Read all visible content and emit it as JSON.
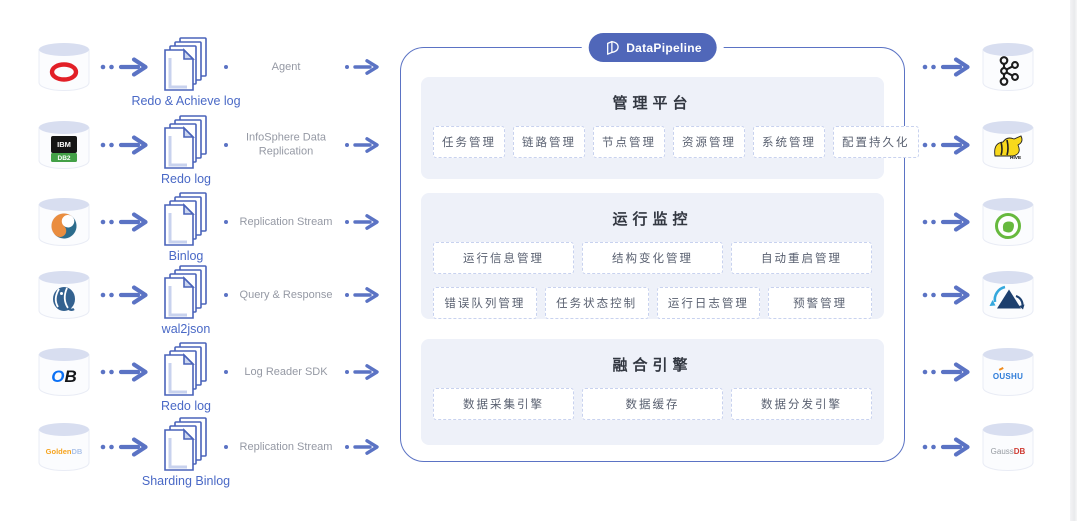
{
  "brand": {
    "name": "DataPipeline"
  },
  "colors": {
    "accent_blue": "#5b73c4",
    "badge_blue": "#5067b9",
    "section_bg": "#eef1f9",
    "chip_border": "#c8d2ef",
    "log_label_blue": "#4a69c6",
    "channel_gray": "#9599a4",
    "oracle_red": "#e21f27",
    "db2_green": "#43a047",
    "hive_yellow": "#f8d81c",
    "gaussdb_red": "#cf3c33",
    "oushu_blue": "#2e7cd9"
  },
  "sources": [
    {
      "icon": "oracle-db-icon",
      "logo_text": "",
      "log": "Redo & Achieve log",
      "channel": "Agent"
    },
    {
      "icon": "ibm-db2-icon",
      "logo_text": "IBM DB2",
      "log": "Redo log",
      "channel": "InfoSphere Data Replication"
    },
    {
      "icon": "mysql-db-icon",
      "logo_text": "",
      "log": "Binlog",
      "channel": "Replication Stream"
    },
    {
      "icon": "postgresql-db-icon",
      "logo_text": "",
      "log": "wal2json",
      "channel": "Query & Response"
    },
    {
      "icon": "oceanbase-db-icon",
      "logo_text": "OB",
      "log": "Redo log",
      "channel": "Log Reader SDK"
    },
    {
      "icon": "goldendb-icon",
      "logo_text": "GoldenDB",
      "log": "Sharding Binlog",
      "channel": "Replication Stream"
    }
  ],
  "targets": [
    {
      "icon": "kafka-icon",
      "logo_text": ""
    },
    {
      "icon": "hive-icon",
      "logo_text": "HIVE"
    },
    {
      "icon": "green-circle-db-icon",
      "logo_text": ""
    },
    {
      "icon": "blue-mountain-db-icon",
      "logo_text": ""
    },
    {
      "icon": "oushu-db-icon",
      "logo_text": "OUSHU"
    },
    {
      "icon": "gaussdb-icon",
      "logo_text": "GaussDB"
    }
  ],
  "platform": {
    "sections": [
      {
        "name": "section-management-platform",
        "title": "管理平台",
        "rows": [
          [
            "任务管理",
            "链路管理",
            "节点管理",
            "资源管理",
            "系统管理",
            "配置持久化"
          ]
        ],
        "grow": [
          false
        ]
      },
      {
        "name": "section-operation-monitoring",
        "title": "运行监控",
        "rows": [
          [
            "运行信息管理",
            "结构变化管理",
            "自动重启管理"
          ],
          [
            "错误队列管理",
            "任务状态控制",
            "运行日志管理",
            "预警管理"
          ]
        ],
        "grow": [
          true,
          true
        ]
      },
      {
        "name": "section-fusion-engine",
        "title": "融合引擎",
        "rows": [
          [
            "数据采集引擎",
            "数据缓存",
            "数据分发引擎"
          ]
        ],
        "grow": [
          true
        ]
      }
    ]
  }
}
